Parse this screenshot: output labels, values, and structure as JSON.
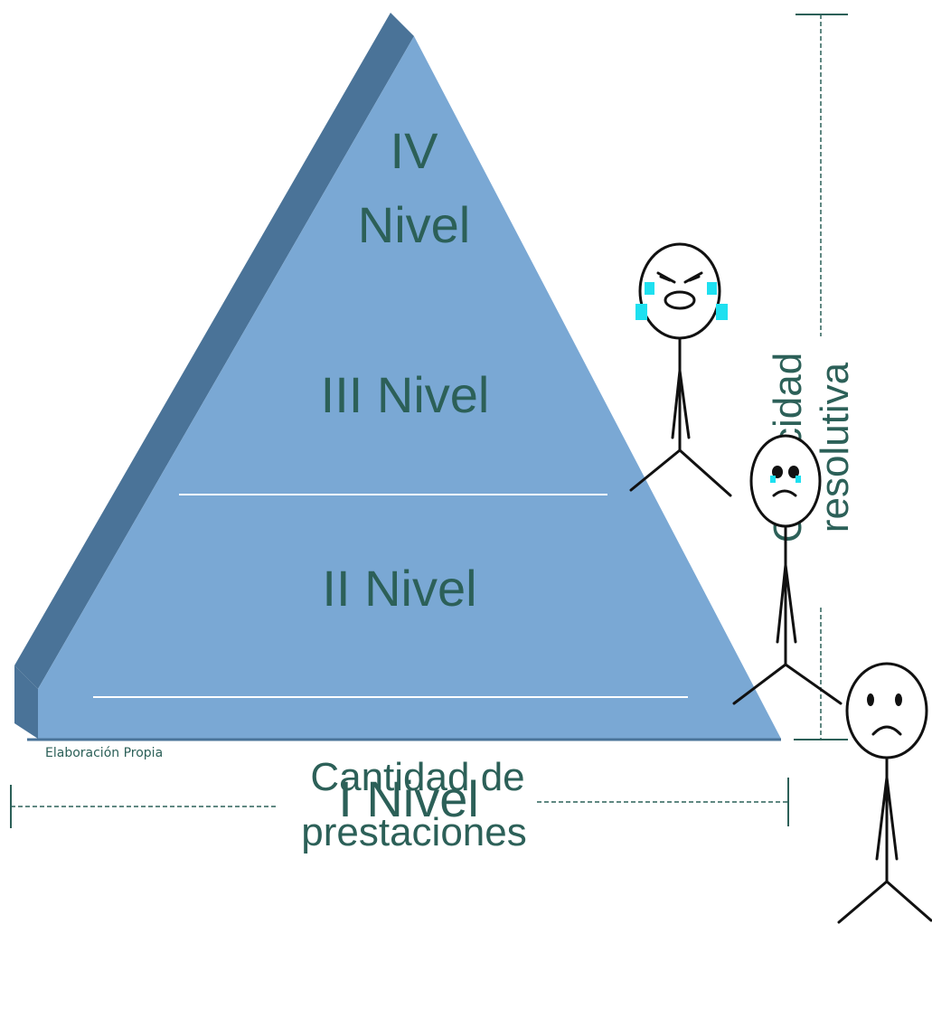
{
  "pyramid": {
    "levels": [
      {
        "label_line1": "IV",
        "label_line2": "Nivel"
      },
      {
        "label": "III Nivel"
      },
      {
        "label": "II Nivel"
      },
      {
        "label": "I Nivel"
      }
    ],
    "fill_color": "#7aa8d4",
    "shadow_color": "#4a7398",
    "divider_color": "#ffffff"
  },
  "axes": {
    "vertical_label_line1": "Capacidad",
    "vertical_label_line2": "resolutiva",
    "horizontal_label_line1": "Cantidad de",
    "horizontal_label_line2": "prestaciones",
    "line_color": "#2c6058"
  },
  "source_note": "Elaboración Propia",
  "figures": [
    {
      "icon": "crying-face-icon"
    },
    {
      "icon": "teary-face-icon"
    },
    {
      "icon": "sad-face-icon"
    }
  ]
}
